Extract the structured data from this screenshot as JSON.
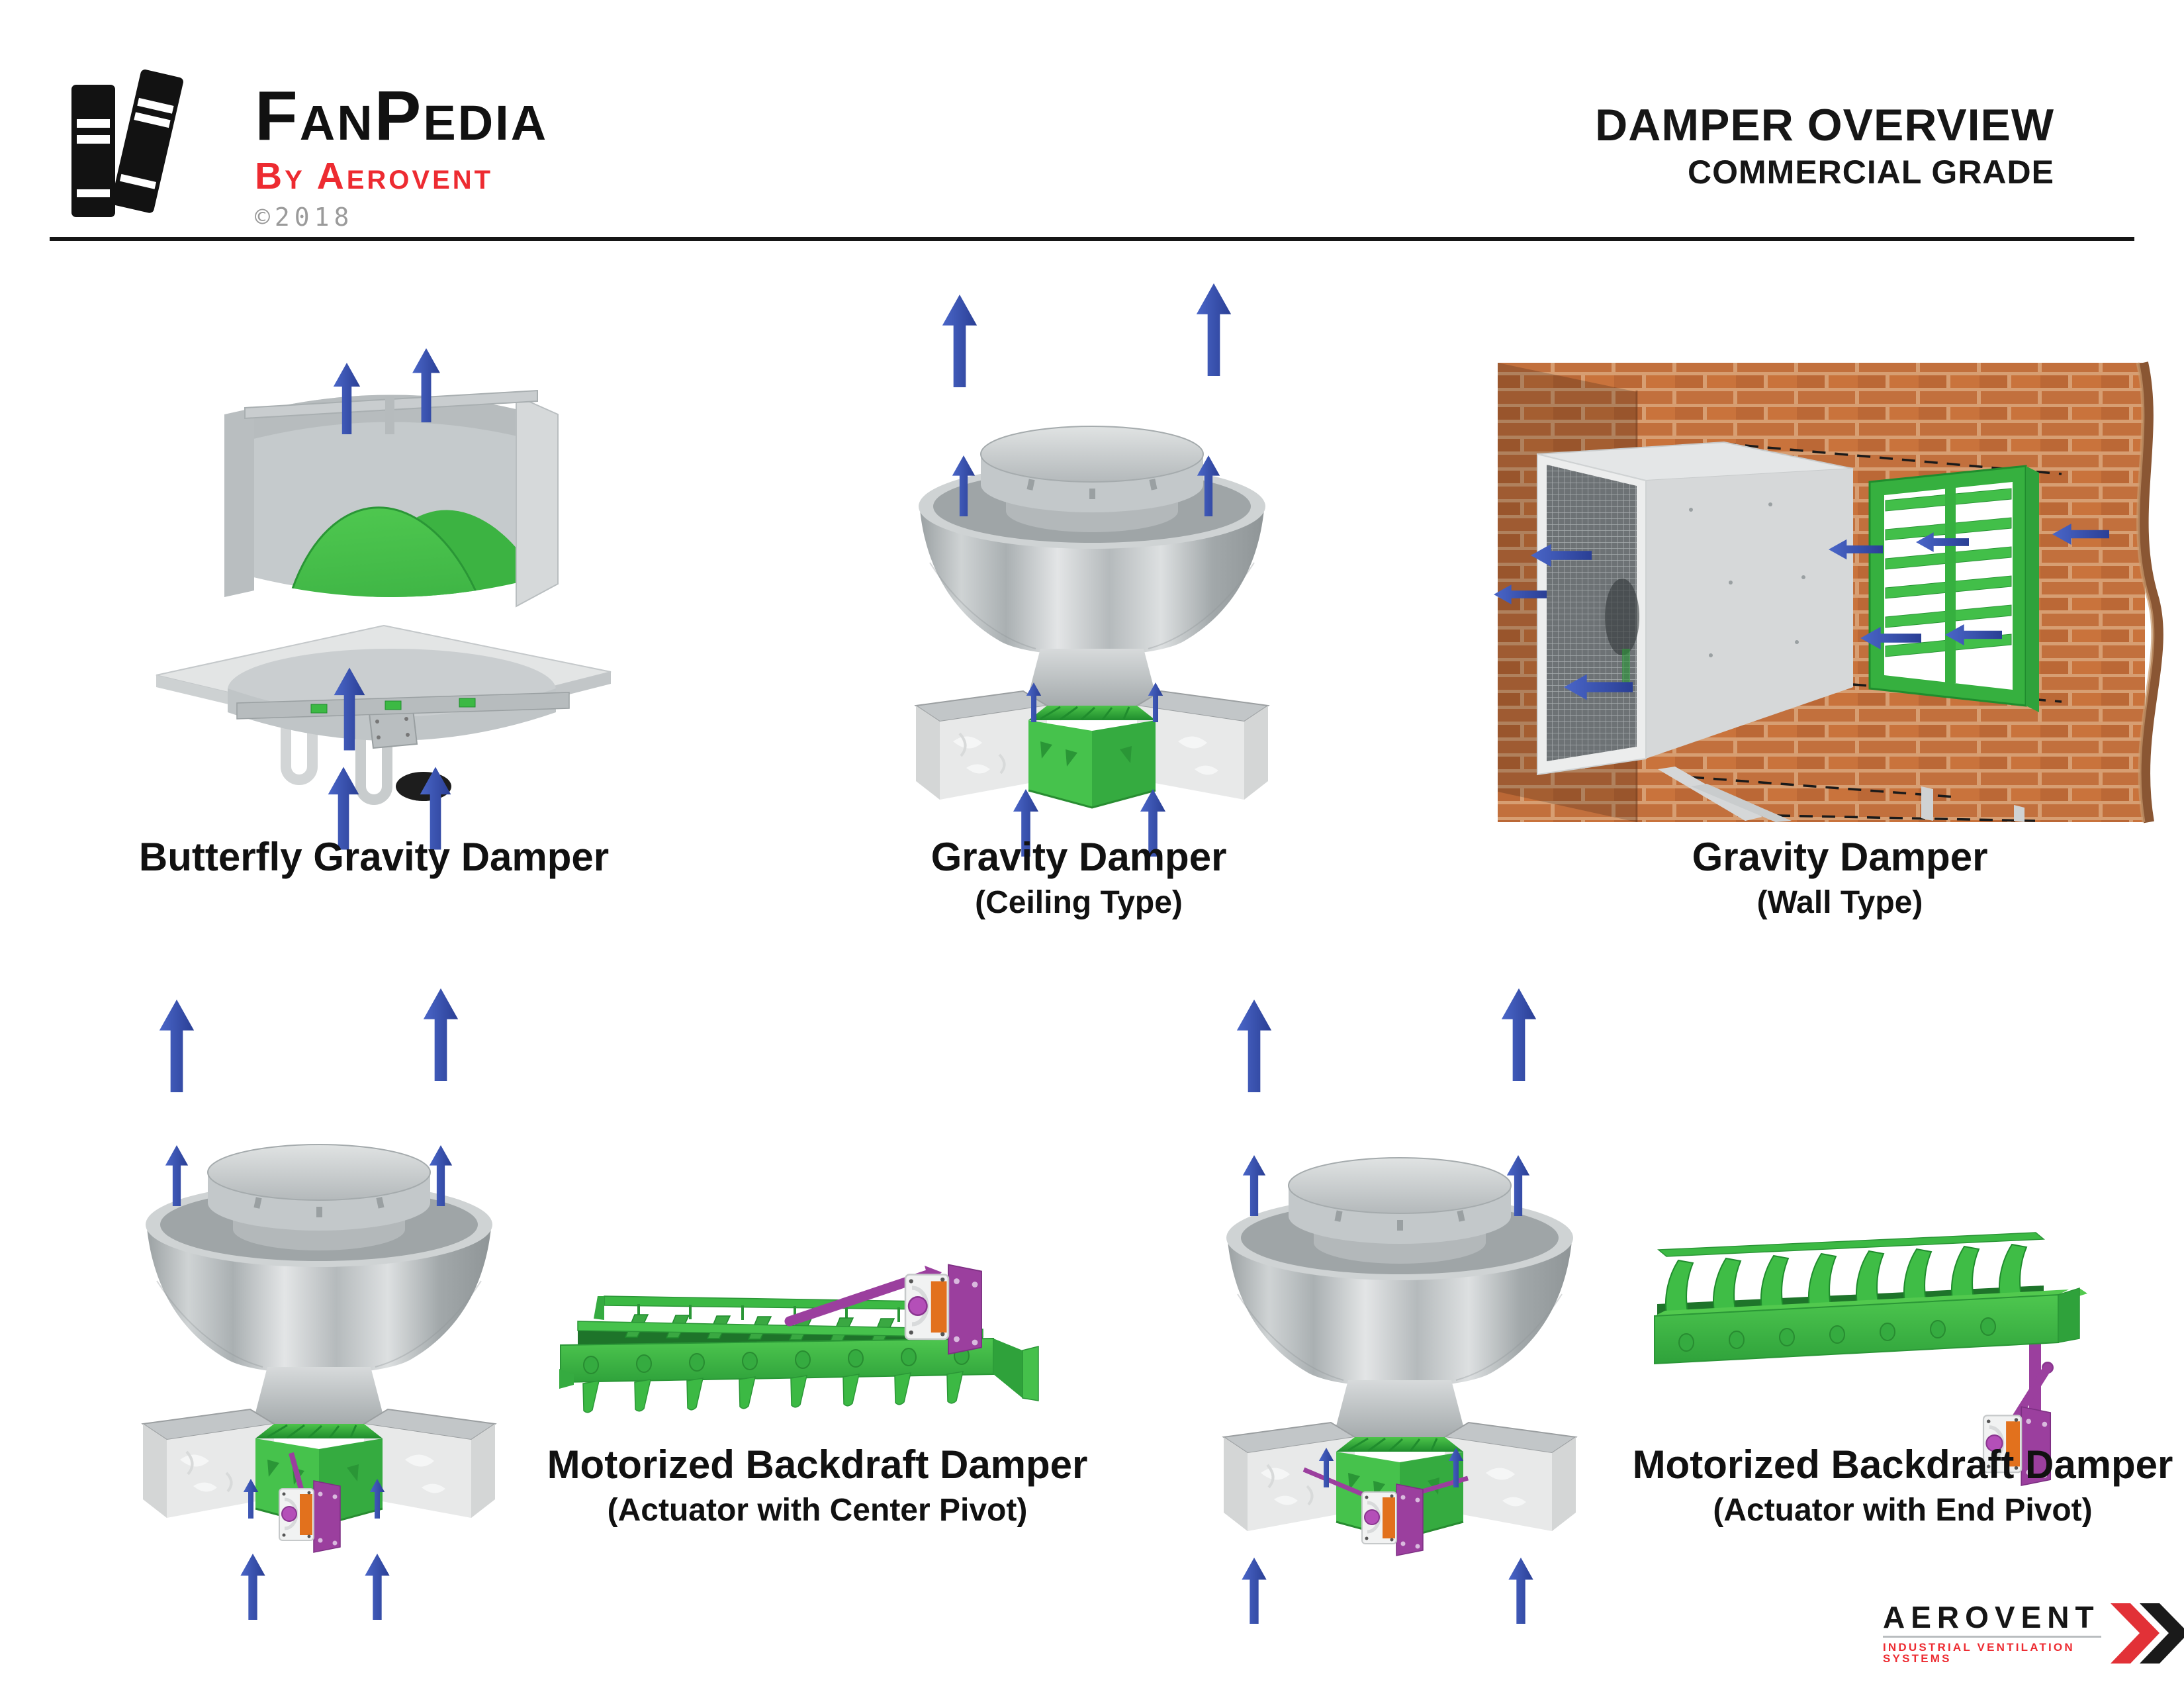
{
  "header": {
    "logo": {
      "title": "FanPedia",
      "subtitle": "By Aerovent",
      "copyright": "©2018",
      "icon": "books-icon"
    },
    "title": "DAMPER OVERVIEW",
    "subtitle": "COMMERCIAL GRADE"
  },
  "figures": {
    "butterfly": {
      "label": "Butterfly Gravity Damper"
    },
    "ceiling": {
      "label": "Gravity Damper",
      "sublabel": "(Ceiling Type)"
    },
    "wall": {
      "label": "Gravity Damper",
      "sublabel": "(Wall Type)"
    },
    "center_pivot": {
      "label": "Motorized Backdraft Damper",
      "sublabel": "(Actuator with Center Pivot)"
    },
    "end_pivot": {
      "label": "Motorized Backdraft Damper",
      "sublabel": "(Actuator with End Pivot)"
    }
  },
  "footer": {
    "brand": "AEROVENT",
    "tagline": "INDUSTRIAL VENTILATION SYSTEMS"
  },
  "colors": {
    "text": "#111111",
    "logo_red": "#ed2b31",
    "copyright_gray": "#9b9b9b",
    "arrow_blue": "#3350b0",
    "damper_green": "#3cb944",
    "damper_green_dark": "#2a9636",
    "damper_green_light": "#5ecf54",
    "actuator_purple": "#9b3f9e",
    "actuator_orange": "#e2711d",
    "metal_light": "#d9dcdd",
    "metal_mid": "#b3b8ba",
    "metal_dark": "#9aa0a2",
    "brick": "#c2703d",
    "mortar": "#d79e72"
  }
}
